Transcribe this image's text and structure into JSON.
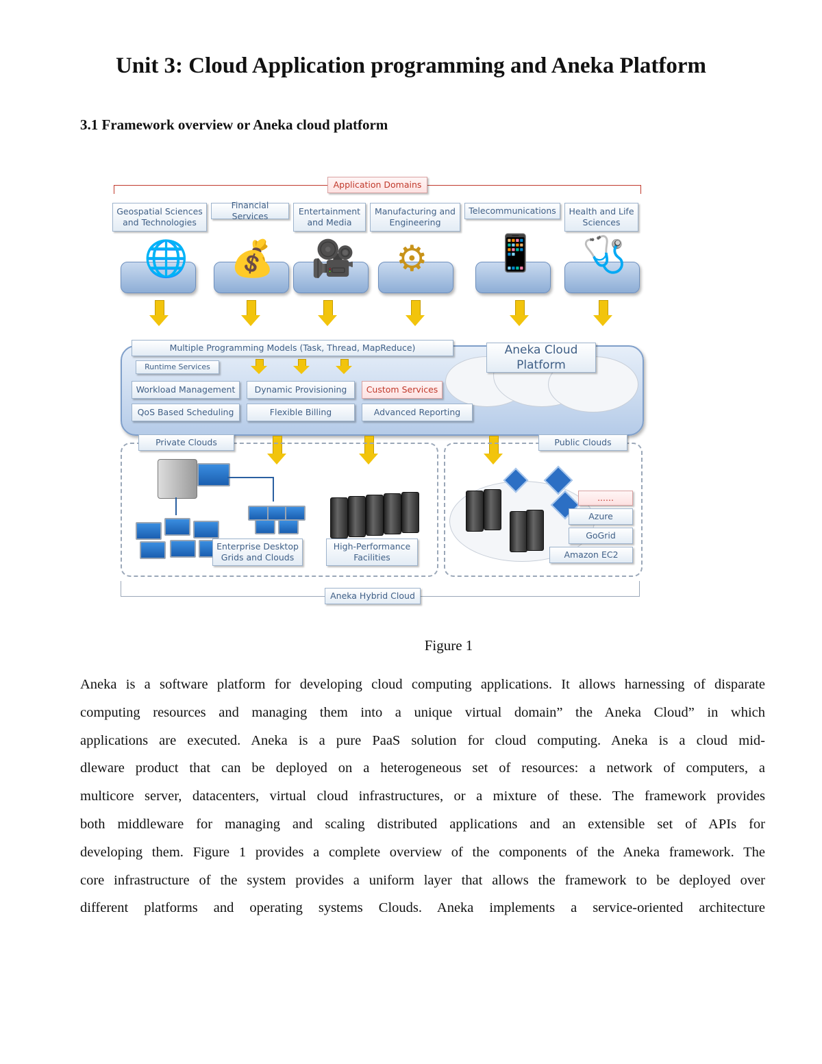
{
  "title": "Unit 3: Cloud Application programming and Aneka Platform",
  "section_heading": "3.1 Framework overview or Aneka cloud platform",
  "diagram": {
    "application_domains_label": "Application Domains",
    "domains": [
      {
        "label": "Geospatial Sciences and Technologies",
        "icon": "globe-map-icon"
      },
      {
        "label": "Financial Services",
        "icon": "money-icon"
      },
      {
        "label": "Entertainment and Media",
        "icon": "camera-icon"
      },
      {
        "label": "Manufacturing and Engineering",
        "icon": "gears-icon"
      },
      {
        "label": "Telecommunications",
        "icon": "phone-tower-icon"
      },
      {
        "label": "Health and Life Sciences",
        "icon": "doctor-icon"
      }
    ],
    "programming_models": "Multiple Programming Models (Task, Thread, MapReduce)",
    "platform_label": "Aneka Cloud Platform",
    "runtime_services": "Runtime Services",
    "services": [
      "Workload Management",
      "Dynamic Provisioning",
      "Custom Services",
      "QoS Based Scheduling",
      "Flexible Billing",
      "Advanced Reporting"
    ],
    "private_clouds": "Private Clouds",
    "public_clouds": "Public Clouds",
    "enterprise": "Enterprise Desktop Grids and Clouds",
    "high_performance": "High-Performance Facilities",
    "providers": [
      "......",
      "Azure",
      "GoGrid",
      "Amazon EC2"
    ],
    "hybrid_label": "Aneka Hybrid Cloud"
  },
  "figure_caption": "Figure 1",
  "paragraph_lines": [
    "Aneka is a software platform for developing cloud computing applications. It allows harnessing of disparate",
    "computing resources and managing them into a unique virtual domain” the Aneka Cloud” in which",
    "applications are executed. Aneka is a pure PaaS solution for cloud computing. Aneka is a cloud mid-",
    "dleware product that can be deployed on a heterogeneous set of resources: a network of computers, a",
    "multicore server, datacenters, virtual cloud infrastructures, or a mixture of these. The framework provides",
    "both middleware for managing and scaling distributed applications and an extensible set of APIs for",
    "developing them. Figure 1 provides a complete overview of the components of the Aneka framework. The",
    "core infrastructure of the system provides a uniform layer that allows the framework to be deployed over",
    "different platforms and operating systems Clouds. Aneka implements a service-oriented architecture"
  ]
}
